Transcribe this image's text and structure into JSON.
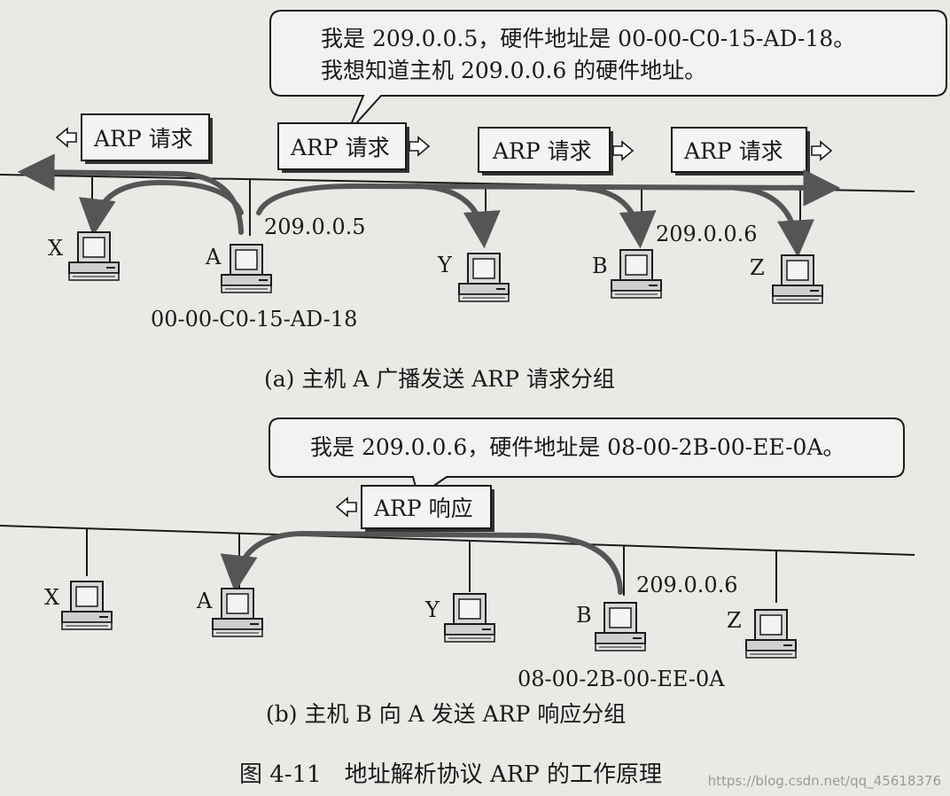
{
  "part_a": {
    "bubble_line1": "我是 209.0.0.5，硬件地址是 00-00-C0-15-AD-18。",
    "bubble_line2": "我想知道主机 209.0.0.6 的硬件地址。",
    "packet_label": "ARP 请求",
    "hosts": {
      "x": "X",
      "a": "A",
      "y": "Y",
      "b": "B",
      "z": "Z"
    },
    "ip_a": "209.0.0.5",
    "ip_b": "209.0.0.6",
    "mac_a": "00-00-C0-15-AD-18",
    "caption": "(a) 主机 A 广播发送 ARP 请求分组"
  },
  "part_b": {
    "bubble_line1": "我是 209.0.0.6，硬件地址是 08-00-2B-00-EE-0A。",
    "packet_label": "ARP 响应",
    "hosts": {
      "x": "X",
      "a": "A",
      "y": "Y",
      "b": "B",
      "z": "Z"
    },
    "ip_b": "209.0.0.6",
    "mac_b": "08-00-2B-00-EE-0A",
    "caption": "(b) 主机 B 向 A 发送 ARP 响应分组"
  },
  "figure_caption": "图 4-11　地址解析协议 ARP 的工作原理",
  "watermark": "https://blog.csdn.net/qq_45618376",
  "colors": {
    "ink": "#1a1a1a",
    "arrow": "#555555",
    "paper": "#ebe9e6"
  }
}
